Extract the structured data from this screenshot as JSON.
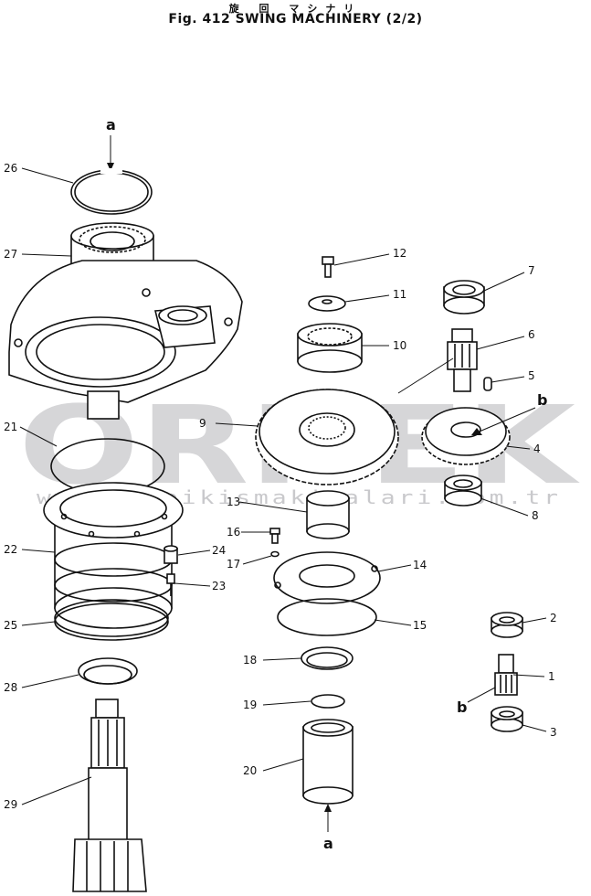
{
  "header": {
    "title_jp": "旋 回 マシナリ",
    "title": "Fig. 412 SWING MACHINERY (2/2)"
  },
  "watermark": {
    "brand": "ORNEK",
    "url": "www.orneikismakinalari.com.tr",
    "color": "#d6d6d8"
  },
  "callouts": {
    "a_top": "a",
    "a_bottom": "a",
    "b_top": "b",
    "b_bottom": "b"
  },
  "parts": {
    "p1": "1",
    "p2": "2",
    "p3": "3",
    "p4": "4",
    "p5": "5",
    "p6": "6",
    "p7": "7",
    "p8": "8",
    "p9": "9",
    "p10": "10",
    "p11": "11",
    "p12": "12",
    "p13": "13",
    "p14": "14",
    "p15": "15",
    "p16": "16",
    "p17": "17",
    "p18": "18",
    "p19": "19",
    "p20": "20",
    "p21": "21",
    "p22": "22",
    "p23": "23",
    "p24": "24",
    "p25": "25",
    "p26": "26",
    "p27": "27",
    "p28": "28",
    "p29": "29"
  }
}
